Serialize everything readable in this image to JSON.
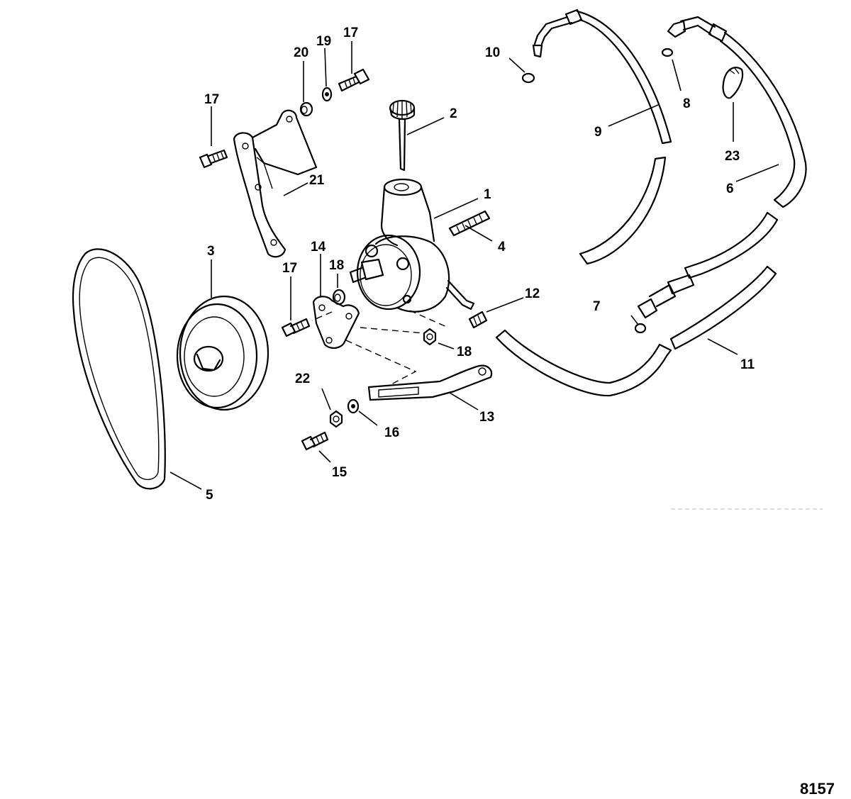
{
  "figure_number": "8157",
  "callouts": {
    "c1": "1",
    "c2": "2",
    "c3": "3",
    "c4": "4",
    "c5": "5",
    "c6": "6",
    "c7": "7",
    "c8": "8",
    "c9": "9",
    "c10": "10",
    "c11": "11",
    "c12": "12",
    "c13": "13",
    "c14": "14",
    "c15": "15",
    "c16": "16",
    "c17a": "17",
    "c17b": "17",
    "c17c": "17",
    "c18a": "18",
    "c18b": "18",
    "c19": "19",
    "c20": "20",
    "c21": "21",
    "c22": "22",
    "c23": "23"
  }
}
